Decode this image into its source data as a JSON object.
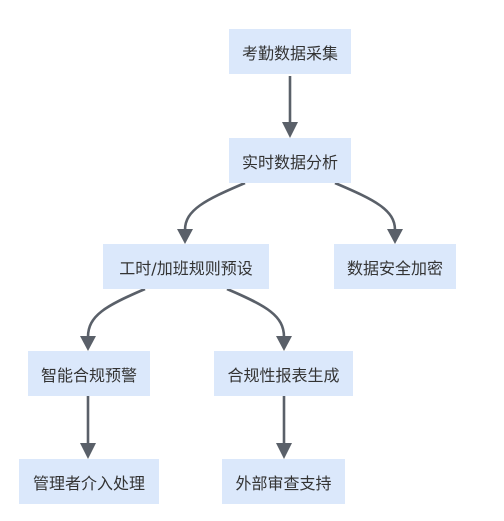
{
  "diagram": {
    "nodes": {
      "collect": "考勤数据采集",
      "analyze": "实时数据分析",
      "rules": "工时/加班规则预设",
      "encrypt": "数据安全加密",
      "warning": "智能合规预警",
      "report": "合规性报表生成",
      "manager": "管理者介入处理",
      "audit": "外部审查支持"
    },
    "edges": [
      [
        "collect",
        "analyze"
      ],
      [
        "analyze",
        "rules"
      ],
      [
        "analyze",
        "encrypt"
      ],
      [
        "rules",
        "warning"
      ],
      [
        "rules",
        "report"
      ],
      [
        "warning",
        "manager"
      ],
      [
        "report",
        "audit"
      ]
    ]
  },
  "colors": {
    "node_fill": "#dbe8fb",
    "edge": "#5a6069",
    "text": "#333333"
  }
}
